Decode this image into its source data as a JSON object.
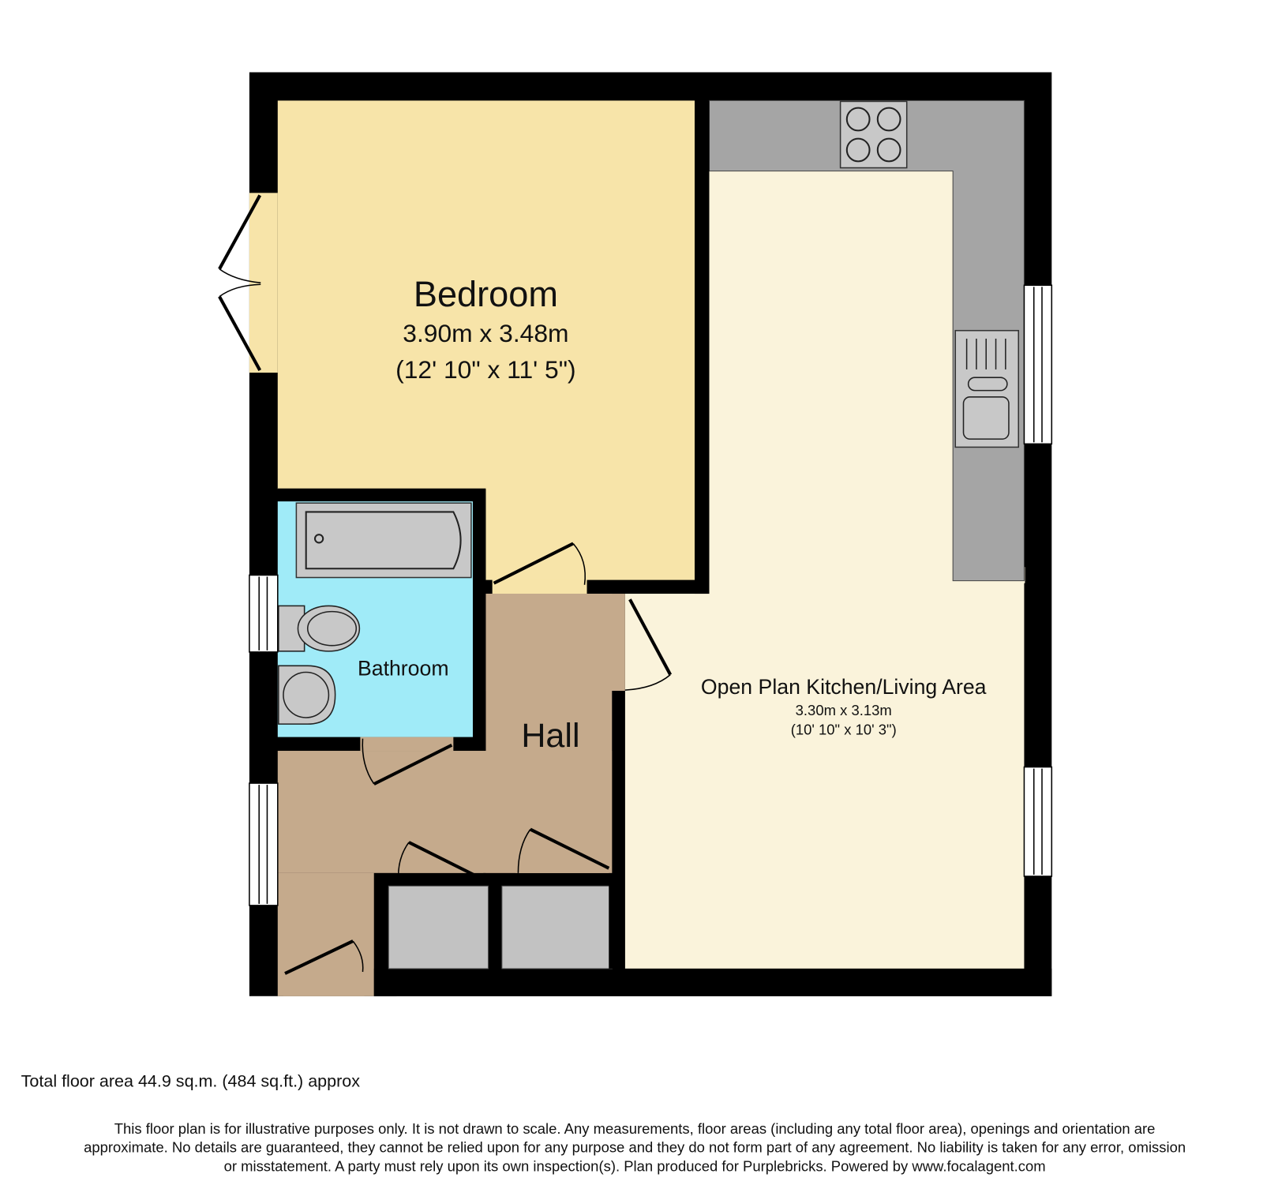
{
  "rooms": {
    "bedroom": {
      "name": "Bedroom",
      "metric": "3.90m x 3.48m",
      "imperial": "(12' 10\" x 11' 5\")"
    },
    "bathroom": {
      "name": "Bathroom"
    },
    "hall": {
      "name": "Hall"
    },
    "living": {
      "name": "Open Plan Kitchen/Living Area",
      "metric": "3.30m x 3.13m",
      "imperial": "(10' 10\" x 10' 3\")"
    }
  },
  "footer": {
    "total_area": "Total floor area 44.9 sq.m. (484 sq.ft.) approx",
    "disclaimer": [
      "This floor plan is for illustrative purposes only. It is not drawn to scale. Any measurements, floor areas (including any total floor area), openings and orientation are",
      "approximate. No details are guaranteed, they cannot be relied upon for any purpose and they do not form part of any agreement. No liability is taken for any error, omission",
      "or misstatement. A party must rely upon its own inspection(s). Plan produced for Purplebricks. Powered by www.focalagent.com"
    ]
  },
  "colors": {
    "wall": "#000000",
    "bedroom": "#F7E4A9",
    "living": "#FAF3DB",
    "bathroom": "#A0EBF8",
    "hall": "#C5AA8C",
    "counter": "#A5A5A5",
    "cupboard": "#C2C2C2"
  }
}
